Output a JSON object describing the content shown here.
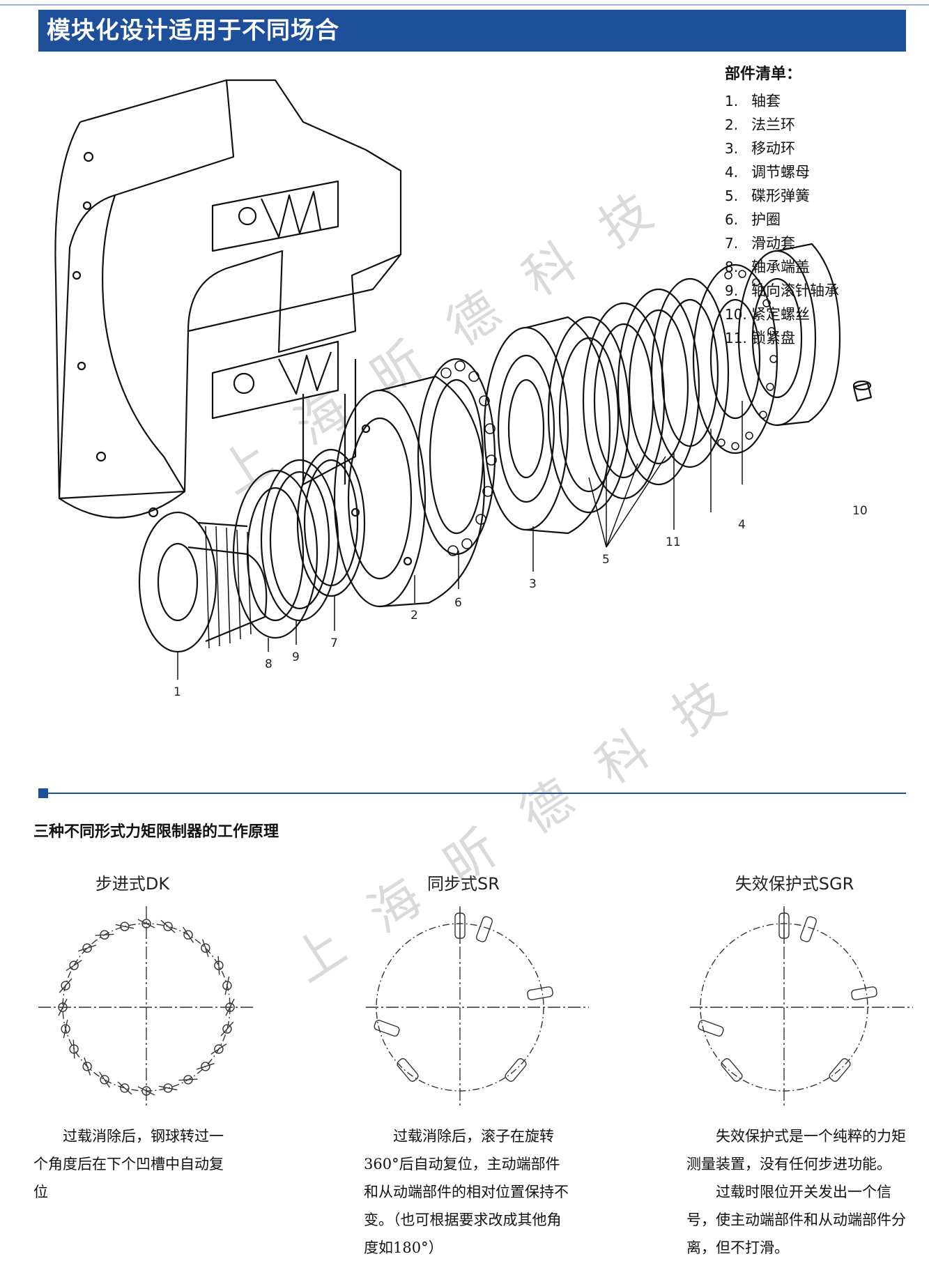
{
  "header": {
    "title": "模块化设计适用于不同场合"
  },
  "parts": {
    "title": "部件清单：",
    "items": [
      {
        "num": "1.",
        "name": "轴套"
      },
      {
        "num": "2.",
        "name": "法兰环"
      },
      {
        "num": "3.",
        "name": "移动环"
      },
      {
        "num": "4.",
        "name": "调节螺母"
      },
      {
        "num": "5.",
        "name": "碟形弹簧"
      },
      {
        "num": "6.",
        "name": "护圈"
      },
      {
        "num": "7.",
        "name": "滑动套"
      },
      {
        "num": "8.",
        "name": "轴承端盖"
      },
      {
        "num": "9.",
        "name": "轴向滚针轴承"
      },
      {
        "num": "10.",
        "name": "紧定螺丝"
      },
      {
        "num": "11.",
        "name": "锁紧盘"
      }
    ]
  },
  "callouts": [
    "1",
    "2",
    "3",
    "4",
    "5",
    "6",
    "7",
    "8",
    "9",
    "10",
    "11"
  ],
  "watermark": "上海昕德科技",
  "section": {
    "title": "三种不同形式力矩限制器的工作原理"
  },
  "columns": [
    {
      "title": "步进式DK",
      "text": [
        "过载消除后，钢球转过一个角度后在下个凹槽中自动复位"
      ]
    },
    {
      "title": "同步式SR",
      "text": [
        "过载消除后，滚子在旋转360°后自动复位，主动端部件和从动端部件的相对位置保持不变。（也可根据要求改成其他角度如180°）"
      ]
    },
    {
      "title": "失效保护式SGR",
      "text": [
        "失效保护式是一个纯粹的力矩测量装置，没有任何步进功能。",
        "过载时限位开关发出一个信号，使主动端部件和从动端部件分离，但不打滑。"
      ]
    }
  ],
  "colors": {
    "header": "#1d4f9a",
    "rule": "#1d4f9a"
  }
}
